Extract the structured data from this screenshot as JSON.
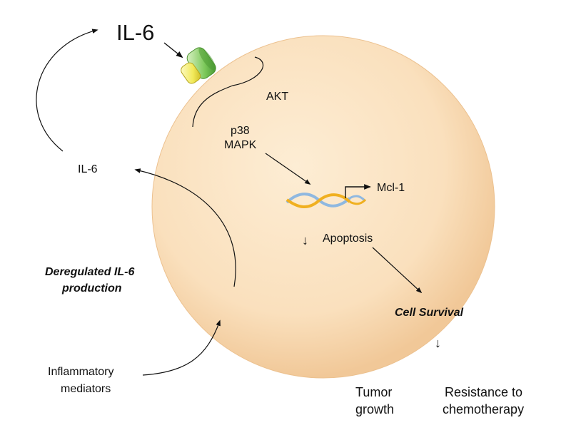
{
  "labels": {
    "il6_top": "IL-6",
    "il6_left": "IL-6",
    "akt": "AKT",
    "p38": "p38",
    "mapk": "MAPK",
    "mcl1": "Mcl-1",
    "apoptosis": "Apoptosis",
    "down_arrow": "↓",
    "dereg_line1": "Deregulated IL-6",
    "dereg_line2": "production",
    "inflam_line1": "Inflammatory",
    "inflam_line2": "mediators",
    "cell_survival": "Cell Survival",
    "survival_arrow": "↓",
    "tumor_line1": "Tumor",
    "tumor_line2": "growth",
    "resist_line1": "Resistance to",
    "resist_line2": "chemotherapy"
  },
  "colors": {
    "cell_center": "#fde8c8",
    "cell_edge": "#f1c898",
    "receptor_green": "#7cc85a",
    "receptor_yellow": "#f2ea5a",
    "dna_yellow": "#f0b020",
    "dna_blue": "#8fb8e0",
    "ink": "#111111"
  }
}
